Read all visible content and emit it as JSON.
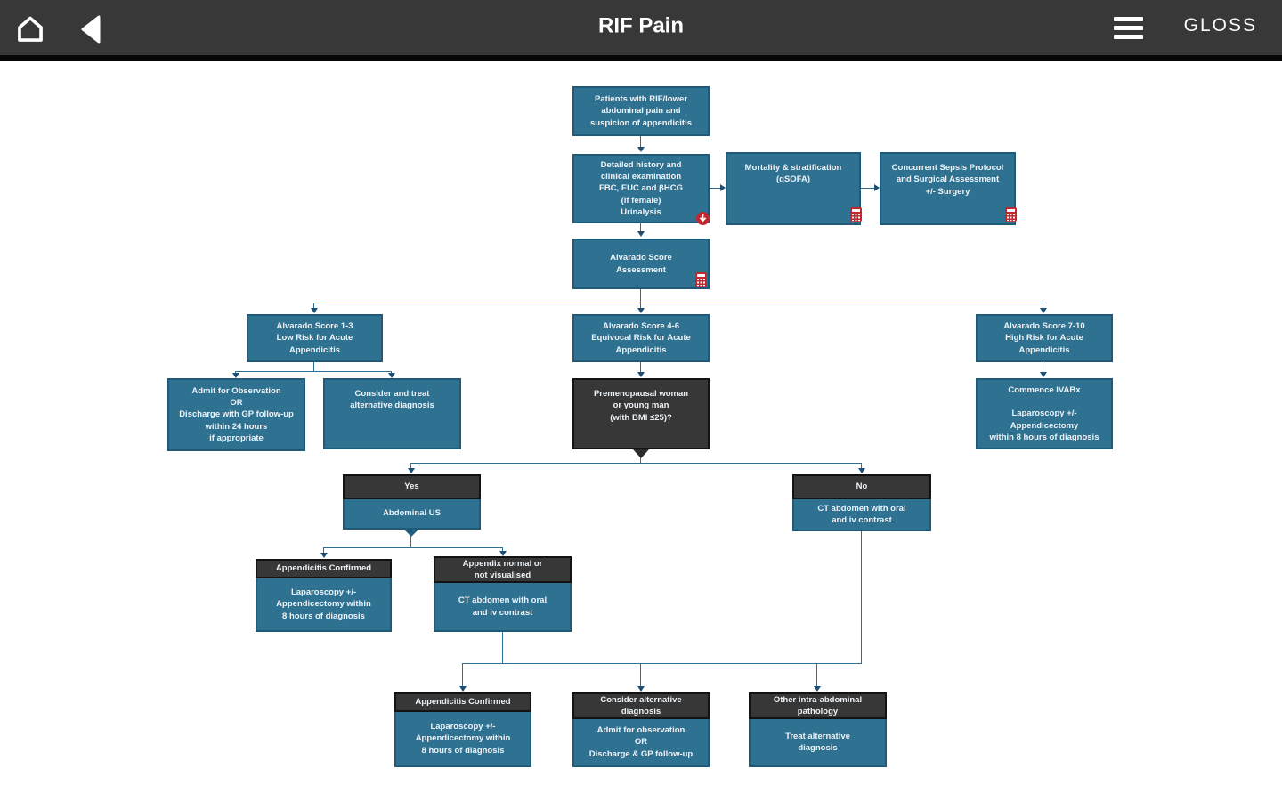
{
  "topbar": {
    "title": "RIF Pain",
    "gloss_label": "GLOSS"
  },
  "colors": {
    "topbar_bg": "#383838",
    "node_teal": "#2e7191",
    "node_dark": "#373737",
    "connector": "#2e6f99",
    "icon_red": "#c1272d"
  },
  "flowchart": {
    "nodes": {
      "patients": {
        "text": "Patients with RIF/lower\nabdominal pain and\nsuspicion of appendicitis"
      },
      "history": {
        "text": "Detailed history and\nclinical examination\nFBC, EUC and βHCG\n(if female)\nUrinalysis",
        "icon": "download-icon"
      },
      "mortality": {
        "text": "Mortality & stratification\n(qSOFA)",
        "icon": "calculator-icon"
      },
      "sepsis": {
        "text": "Concurrent Sepsis Protocol\nand Surgical Assessment\n+/- Surgery",
        "icon": "calculator-icon"
      },
      "alvarado": {
        "text": "Alvarado Score\nAssessment",
        "icon": "calculator-icon"
      },
      "score_1_3": {
        "text": "Alvarado Score 1-3\nLow Risk for Acute\nAppendicitis"
      },
      "score_4_6": {
        "text": "Alvarado Score 4-6\nEquivocal Risk for Acute\nAppendicitis"
      },
      "score_7_10": {
        "text": "Alvarado Score 7-10\nHigh Risk for Acute\nAppendicitis"
      },
      "admit_or_discharge": {
        "text": "Admit for Observation\nOR\nDischarge with GP follow-up\nwithin 24 hours\nif appropriate"
      },
      "consider_treat": {
        "text": "Consider and treat\nalternative diagnosis"
      },
      "premenopausal": {
        "text": "Premenopausal woman\nor young man\n(with BMI ≤25)?"
      },
      "commence_ivabx": {
        "text": "Commence IVABx\n\nLaparoscopy +/-\nAppendicectomy\nwithin 8 hours of diagnosis"
      },
      "yes_branch": {
        "header": "Yes",
        "body": "Abdominal US"
      },
      "no_branch": {
        "header": "No",
        "body": "CT abdomen with oral\nand iv contrast"
      },
      "appendicitis_confirmed_us": {
        "header": "Appendicitis Confirmed",
        "body": "Laparoscopy +/-\nAppendicectomy within\n8 hours of diagnosis"
      },
      "appendix_normal": {
        "header": "Appendix normal or\nnot visualised",
        "body": "CT abdomen with oral\nand iv contrast"
      },
      "appendicitis_confirmed_ct": {
        "header": "Appendicitis Confirmed",
        "body": "Laparoscopy +/-\nAppendicectomy within\n8 hours of diagnosis"
      },
      "consider_alternative": {
        "header": "Consider alternative\ndiagnosis",
        "body": "Admit for observation\nOR\nDischarge & GP follow-up"
      },
      "other_pathology": {
        "header": "Other intra-abdominal\npathology",
        "body": "Treat alternative\ndiagnosis"
      }
    }
  }
}
